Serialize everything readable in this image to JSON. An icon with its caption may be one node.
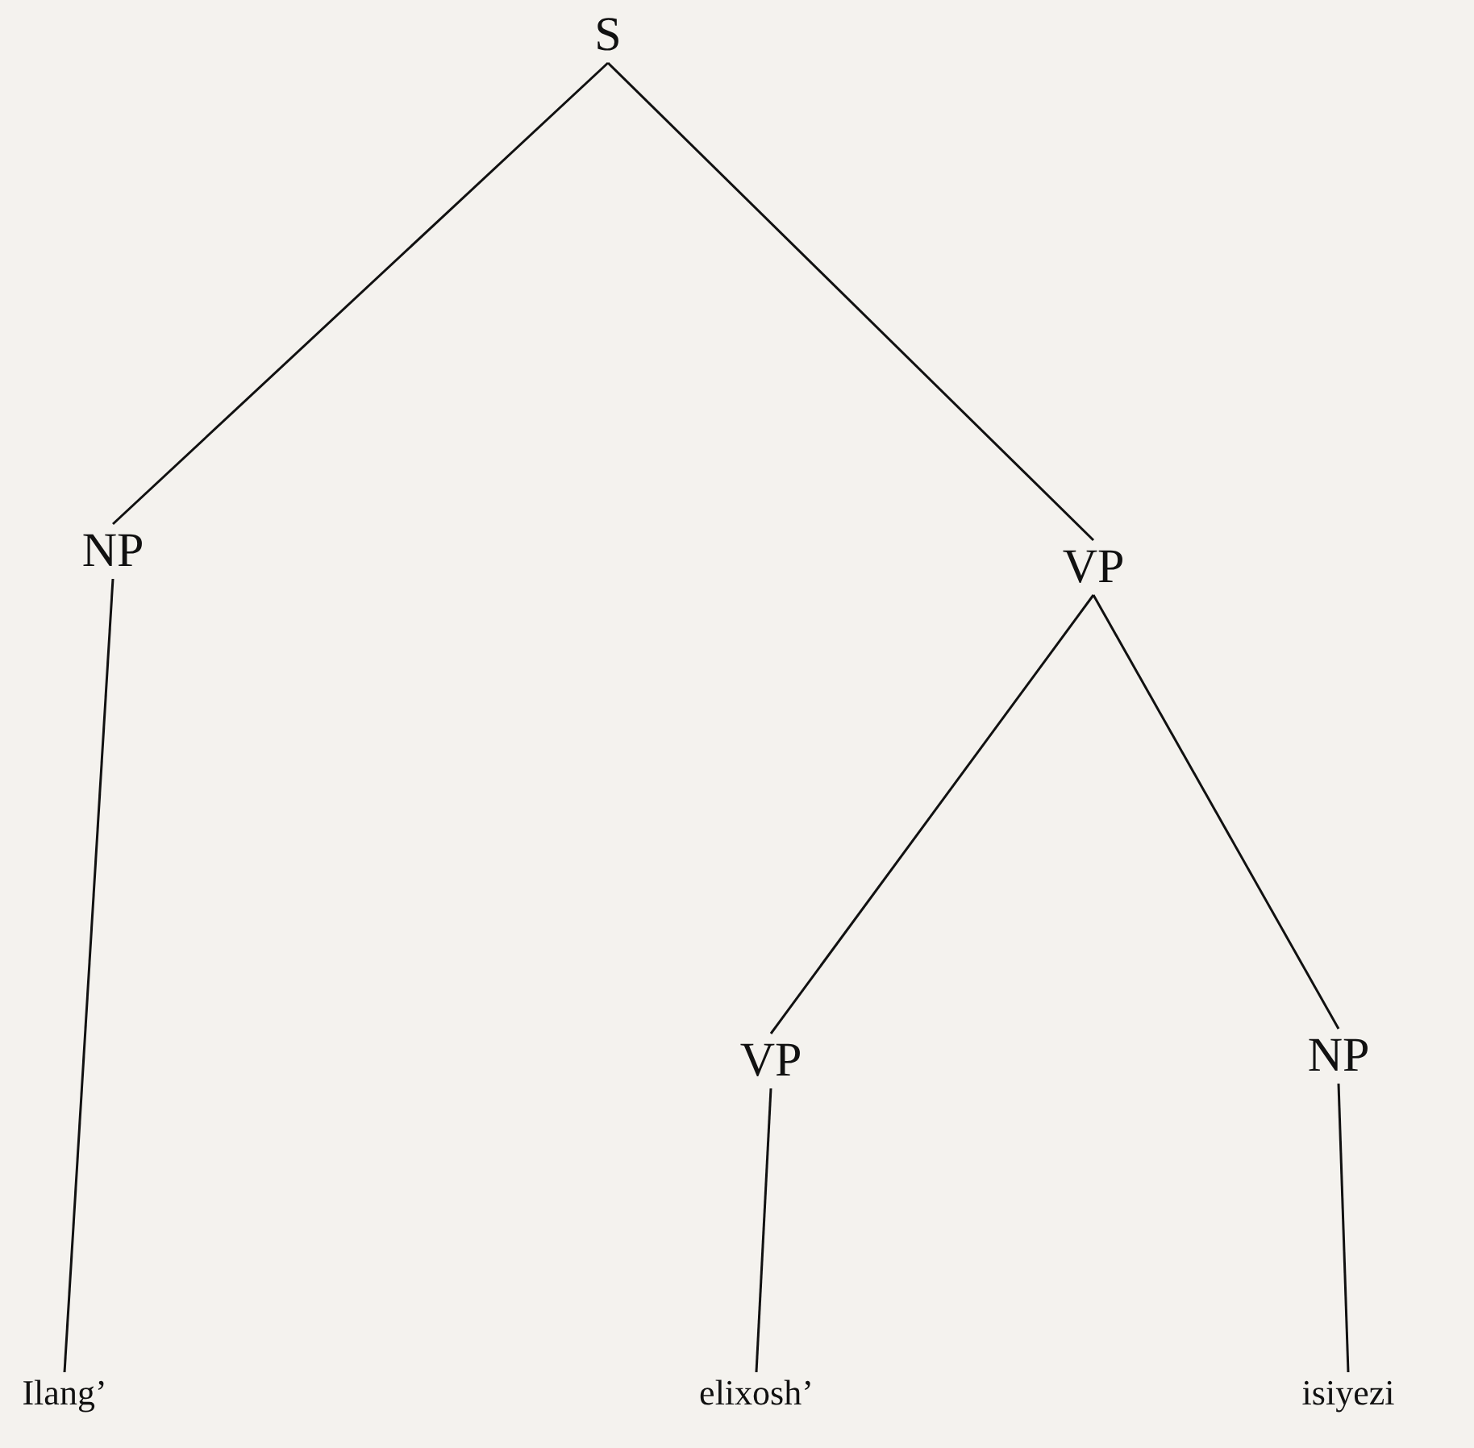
{
  "diagram": {
    "nodes": [
      {
        "text": [
          "S"
        ]
      },
      {
        "text": [
          "NP"
        ]
      },
      {
        "text": [
          "VP"
        ]
      },
      {
        "text": [
          "VP"
        ]
      },
      {
        "text": [
          "NP"
        ]
      },
      {
        "text": [
          "Ilang’"
        ]
      },
      {
        "text": [
          "elixosh’"
        ]
      },
      {
        "text": [
          "isiyezi"
        ]
      }
    ],
    "edges": [
      {
        "from": 0,
        "to": 1,
        "arrow": "none"
      },
      {
        "from": 0,
        "to": 2,
        "arrow": "none"
      },
      {
        "from": 1,
        "to": 5,
        "arrow": "none"
      },
      {
        "from": 2,
        "to": 3,
        "arrow": "none"
      },
      {
        "from": 2,
        "to": 4,
        "arrow": "none"
      },
      {
        "from": 3,
        "to": 6,
        "arrow": "none"
      },
      {
        "from": 4,
        "to": 7,
        "arrow": "none"
      }
    ]
  }
}
